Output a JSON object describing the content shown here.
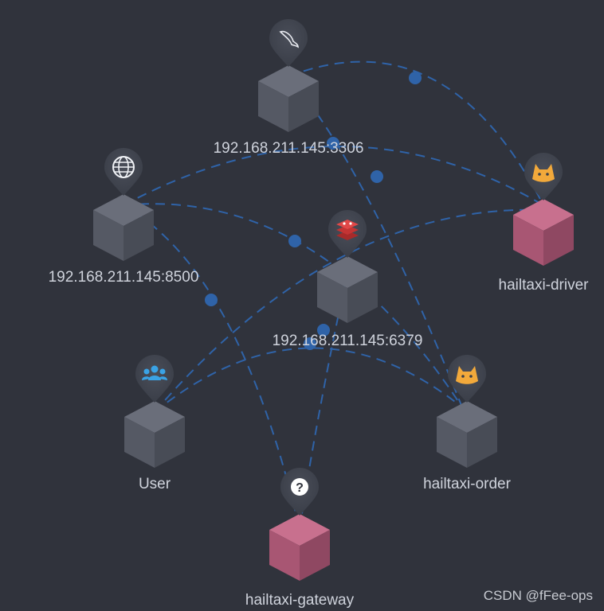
{
  "diagram": {
    "nodes": [
      {
        "id": "mysql",
        "label": "192.168.211.145:3306",
        "icon": "mysql-dolphin-icon",
        "color": "#5b5f6b"
      },
      {
        "id": "consul",
        "label": "192.168.211.145:8500",
        "icon": "globe-icon",
        "color": "#5b5f6b"
      },
      {
        "id": "redis",
        "label": "192.168.211.145:6379",
        "icon": "redis-icon",
        "color": "#5b5f6b"
      },
      {
        "id": "driver",
        "label": "hailtaxi-driver",
        "icon": "tomcat-cat-icon",
        "color": "#b05a78"
      },
      {
        "id": "user",
        "label": "User",
        "icon": "users-icon",
        "color": "#5b5f6b"
      },
      {
        "id": "order",
        "label": "hailtaxi-order",
        "icon": "tomcat-cat-icon",
        "color": "#5b5f6b"
      },
      {
        "id": "gateway",
        "label": "hailtaxi-gateway",
        "icon": "question-icon",
        "color": "#b05a78"
      }
    ],
    "edges": [
      {
        "from": "mysql",
        "to": "driver"
      },
      {
        "from": "mysql",
        "to": "order"
      },
      {
        "from": "consul",
        "to": "driver"
      },
      {
        "from": "consul",
        "to": "order"
      },
      {
        "from": "consul",
        "to": "gateway"
      },
      {
        "from": "user",
        "to": "driver"
      },
      {
        "from": "user",
        "to": "order"
      },
      {
        "from": "gateway",
        "to": "redis"
      }
    ]
  },
  "colors": {
    "background": "#30333c",
    "edge": "#2f63a8",
    "neutral_node": "#5b5f6b",
    "service_node": "#b05a78",
    "tomcat_icon": "#f2a93b",
    "users_icon": "#3aa3e6",
    "redis_icon": "#d93a3a"
  },
  "watermark": "CSDN @fFee-ops"
}
